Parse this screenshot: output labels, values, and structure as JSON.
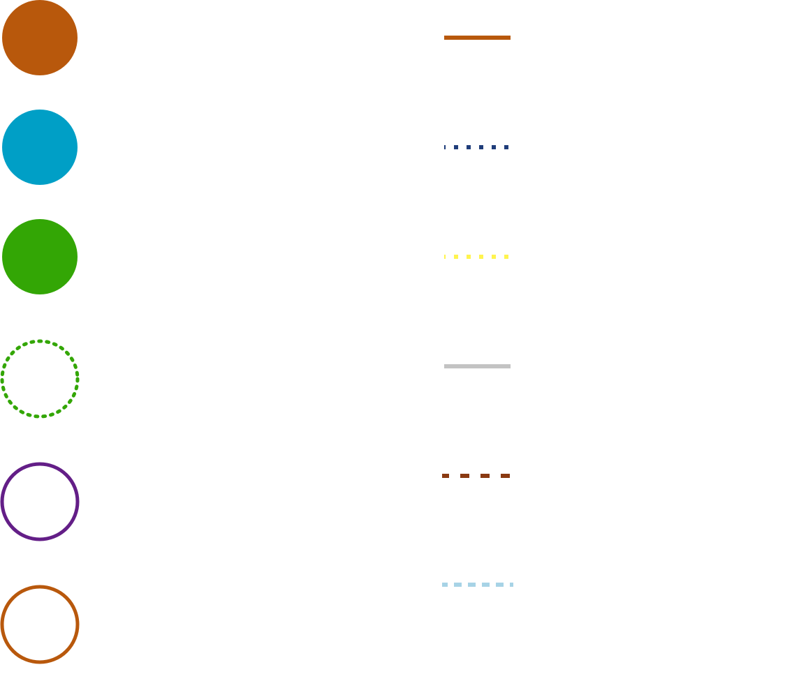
{
  "circle_swatches": [
    {
      "fill": "#b8580c",
      "stroke": "none",
      "style": "solid-fill",
      "icon": "filled-circle-orange-icon"
    },
    {
      "fill": "#009fc6",
      "stroke": "none",
      "style": "solid-fill",
      "icon": "filled-circle-blue-icon"
    },
    {
      "fill": "#33a605",
      "stroke": "none",
      "style": "solid-fill",
      "icon": "filled-circle-green-icon"
    },
    {
      "fill": "none",
      "stroke": "#33a605",
      "style": "dotted-outline",
      "icon": "dotted-circle-green-icon"
    },
    {
      "fill": "none",
      "stroke": "#631e87",
      "style": "solid-outline",
      "icon": "outline-circle-purple-icon"
    },
    {
      "fill": "none",
      "stroke": "#b8580c",
      "style": "solid-outline",
      "icon": "outline-circle-orange-icon"
    }
  ],
  "line_swatches": [
    {
      "color": "#b8580c",
      "style": "solid",
      "icon": "solid-line-orange-icon"
    },
    {
      "color": "#1f3d7a",
      "style": "dotted",
      "icon": "dotted-line-navy-icon"
    },
    {
      "color": "#fff44f",
      "style": "dotted",
      "icon": "dotted-line-yellow-icon"
    },
    {
      "color": "#c3c3c3",
      "style": "solid",
      "icon": "solid-line-gray-icon"
    },
    {
      "color": "#8a3a12",
      "style": "dashed",
      "icon": "dashed-line-brown-icon"
    },
    {
      "color": "#a7d3e6",
      "style": "dashed",
      "icon": "dashed-line-lightblue-icon"
    }
  ]
}
